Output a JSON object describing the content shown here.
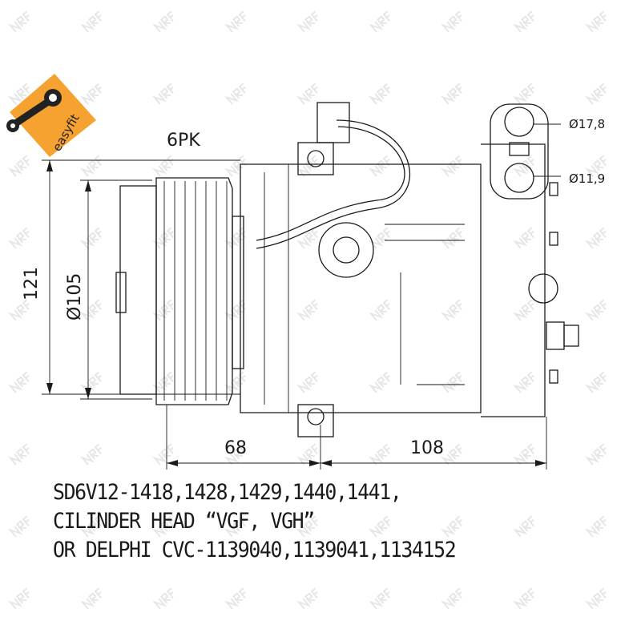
{
  "logo": {
    "text": "easyfit",
    "color": "#f5a230",
    "icon": "wrench-icon"
  },
  "watermark": "NRF",
  "dimensions": {
    "belt": "6PK",
    "height": "121",
    "pulley_diameter": "Ø105",
    "port_large": "Ø17,8",
    "port_small": "Ø11,9",
    "offset_front": "68",
    "offset_rear": "108"
  },
  "notes": [
    "SD6V12-1418,1428,1429,1440,1441,",
    "CILINDER HEAD “VGF, VGH”",
    "OR DELPHI CVC-1139040,1139041,1134152"
  ]
}
